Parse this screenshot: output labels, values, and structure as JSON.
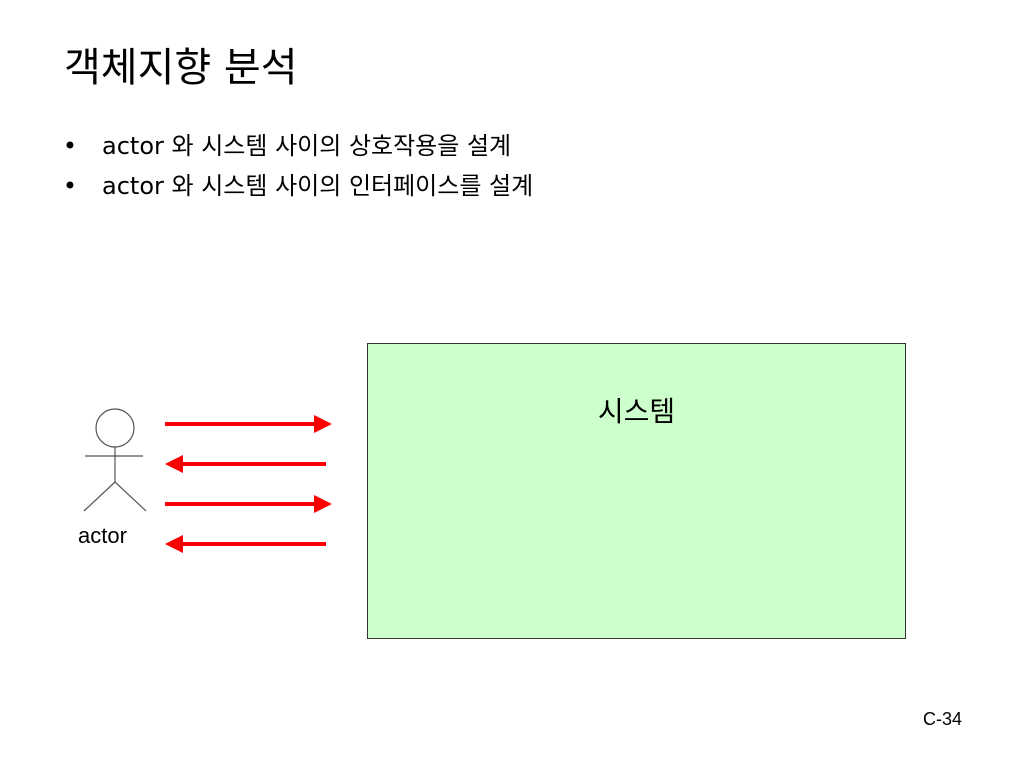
{
  "slide": {
    "title": "객체지향 분석",
    "bullets": [
      "actor 와 시스템 사이의 상호작용을 설계",
      "actor 와 시스템 사이의 인터페이스를 설계"
    ],
    "bullet_glyph": "•",
    "page_number": "C-34"
  },
  "diagram": {
    "system_label": "시스템",
    "actor_label": "actor",
    "colors": {
      "system_fill": "#ccffcc",
      "arrow": "#ff0000",
      "actor_stroke": "#555555"
    },
    "arrows": [
      {
        "direction": "to-system"
      },
      {
        "direction": "to-actor"
      },
      {
        "direction": "to-system"
      },
      {
        "direction": "to-actor"
      }
    ]
  }
}
